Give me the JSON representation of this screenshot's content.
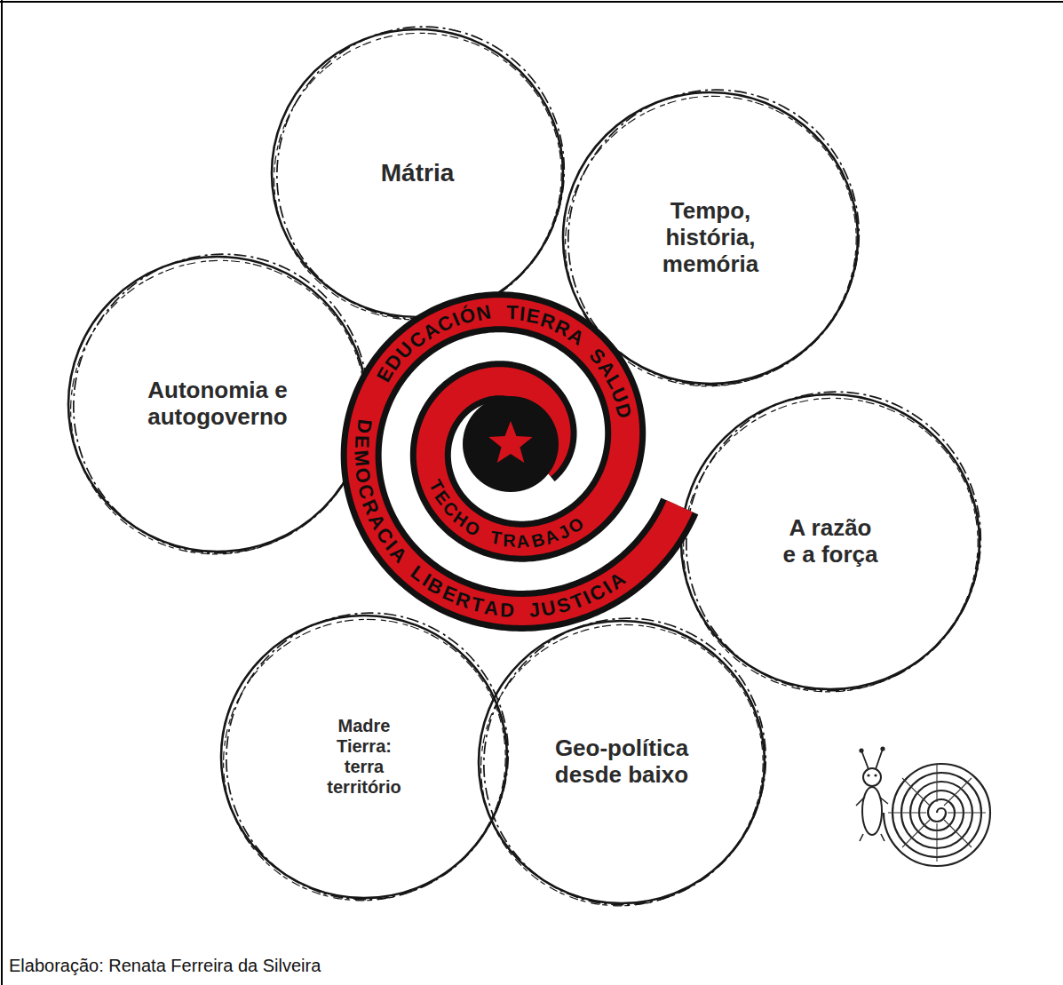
{
  "diagram": {
    "caption": "Elaboração: Renata Ferreira da Silveira",
    "nodes": [
      {
        "text": [
          "Mátria"
        ]
      },
      {
        "text": [
          "Tempo, história, memória"
        ]
      },
      {
        "text": [
          "Autonomia e autogoverno"
        ]
      },
      {
        "text": [
          "EDUCACIÓN",
          "TIERRA",
          "SALUD",
          "TECHO",
          "TRABAJO",
          "DEMOCRACIA",
          "LIBERTAD",
          "JUSTICIA"
        ]
      },
      {
        "text": [
          "A razão e a força"
        ]
      },
      {
        "text": [
          "Madre Tierra: terra território"
        ]
      },
      {
        "text": [
          "Geo-política desde baixo"
        ]
      }
    ]
  }
}
